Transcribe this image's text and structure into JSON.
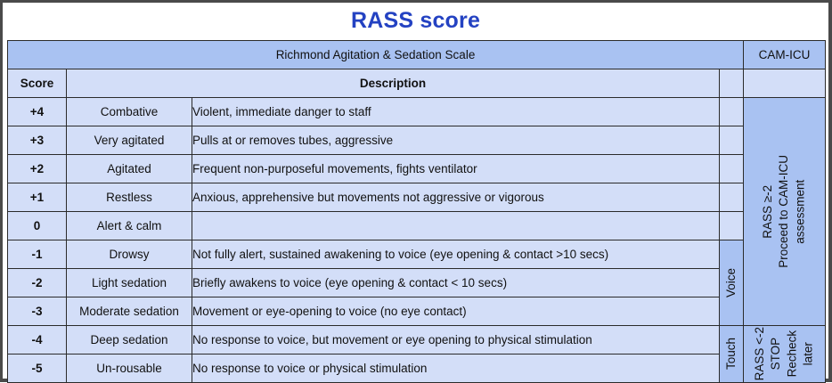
{
  "title": "RASS score",
  "accent_color": "#2442c2",
  "palette": {
    "blue_dark": "#a9c2f2",
    "blue_light": "#d3def8",
    "border": "#2b2b2b",
    "outer_border": "#4a4a4a"
  },
  "headers": {
    "scale": "Richmond Agitation & Sedation Scale",
    "camicu": "CAM-ICU",
    "score": "Score",
    "description": "Description"
  },
  "rows": [
    {
      "score": "+4",
      "term": "Combative",
      "description": "Violent, immediate danger to staff"
    },
    {
      "score": "+3",
      "term": "Very agitated",
      "description": "Pulls at or removes tubes, aggressive"
    },
    {
      "score": "+2",
      "term": "Agitated",
      "description": "Frequent non-purposeful movements, fights ventilator"
    },
    {
      "score": "+1",
      "term": "Restless",
      "description": "Anxious, apprehensive but movements not aggressive or vigorous"
    },
    {
      "score": "0",
      "term": "Alert & calm",
      "description": ""
    },
    {
      "score": "-1",
      "term": "Drowsy",
      "description": "Not fully alert, sustained awakening to voice (eye opening & contact >10 secs)"
    },
    {
      "score": "-2",
      "term": "Light sedation",
      "description": "Briefly awakens to voice (eye opening & contact < 10 secs)"
    },
    {
      "score": "-3",
      "term": "Moderate sedation",
      "description": "Movement or eye-opening to voice (no eye contact)"
    },
    {
      "score": "-4",
      "term": "Deep sedation",
      "description": "No response to voice, but movement or eye opening to physical stimulation"
    },
    {
      "score": "-5",
      "term": "Un-rousable",
      "description": "No response to voice or physical stimulation"
    }
  ],
  "stimulus": {
    "voice": "Voice",
    "touch": "Touch"
  },
  "camicu_actions": {
    "proceed": {
      "line1": "RASS ≥-2",
      "line2": "Proceed to CAM-ICU",
      "line3": "assessment"
    },
    "stop": {
      "line1": "RASS <-2",
      "line2": "STOP",
      "line3": "Recheck",
      "line4": "later"
    }
  }
}
